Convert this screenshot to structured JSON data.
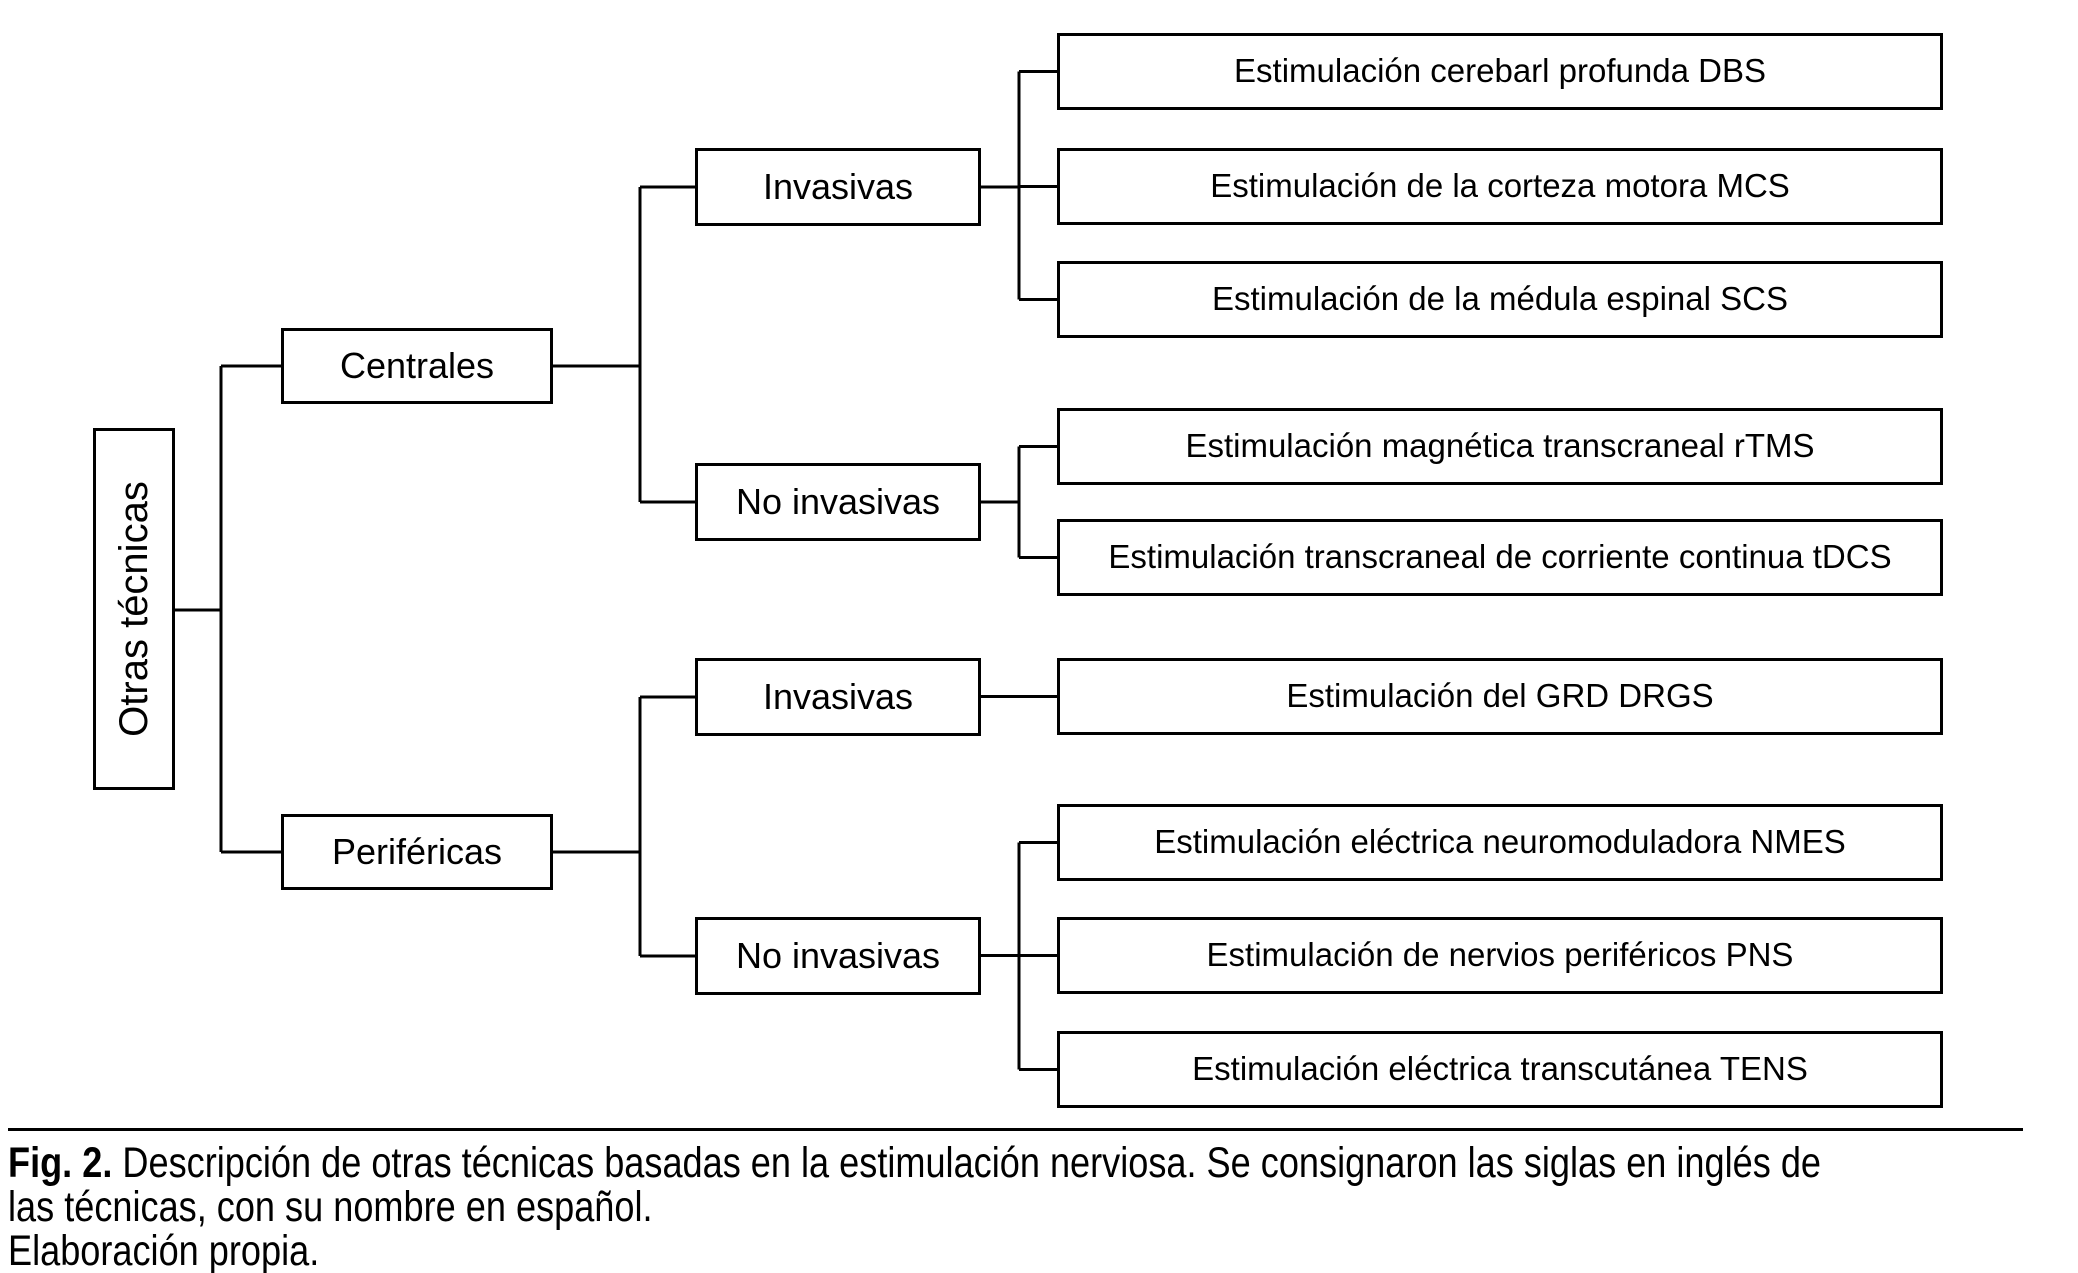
{
  "diagram": {
    "root": {
      "label": "Otras técnicas"
    },
    "children": [
      {
        "label": "Centrales",
        "children": [
          {
            "label": "Invasivas",
            "children": [
              "Estimulación cerebarl profunda DBS",
              "Estimulación de la corteza motora MCS",
              "Estimulación de la médula espinal SCS"
            ]
          },
          {
            "label": "No invasivas",
            "children": [
              "Estimulación magnética transcraneal rTMS",
              "Estimulación transcraneal de corriente continua tDCS"
            ]
          }
        ]
      },
      {
        "label": "Periféricas",
        "children": [
          {
            "label": "Invasivas",
            "children": [
              "Estimulación del GRD DRGS"
            ]
          },
          {
            "label": "No invasivas",
            "children": [
              "Estimulación eléctrica neuromoduladora NMES",
              "Estimulación de nervios periféricos PNS",
              "Estimulación eléctrica transcutánea TENS"
            ]
          }
        ]
      }
    ]
  },
  "caption": {
    "fig_label": "Fig. 2.",
    "line1_rest": "Descripción de otras técnicas basadas en la estimulación nerviosa. Se consignaron las siglas en inglés de",
    "line2": "las técnicas, con su nombre en español.",
    "line3": "Elaboración propia."
  },
  "colors": {
    "line": "#000000",
    "background": "#ffffff",
    "text": "#000000"
  }
}
